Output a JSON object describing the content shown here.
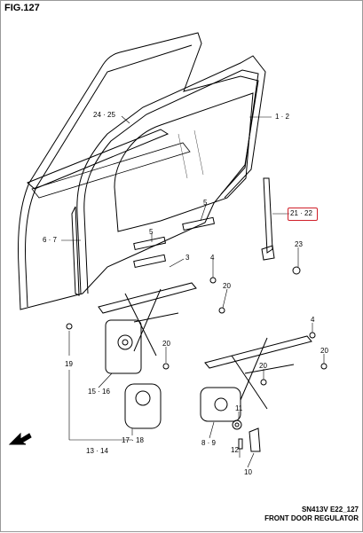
{
  "figure_label": "FIG.127",
  "parts": [
    {
      "id": "p-1-2",
      "label": "1 · 2"
    },
    {
      "id": "p-24-25",
      "label": "24 · 25"
    },
    {
      "id": "p-6-7",
      "label": "6 · 7"
    },
    {
      "id": "p-5a",
      "label": "5"
    },
    {
      "id": "p-5b",
      "label": "5"
    },
    {
      "id": "p-3",
      "label": "3"
    },
    {
      "id": "p-4a",
      "label": "4"
    },
    {
      "id": "p-20a",
      "label": "20"
    },
    {
      "id": "p-21-22",
      "label": "21 · 22"
    },
    {
      "id": "p-23",
      "label": "23"
    },
    {
      "id": "p-19",
      "label": "19"
    },
    {
      "id": "p-20b",
      "label": "20"
    },
    {
      "id": "p-15-16",
      "label": "15 · 16"
    },
    {
      "id": "p-17-18",
      "label": "17 · 18"
    },
    {
      "id": "p-13-14",
      "label": "13 · 14"
    },
    {
      "id": "p-4b",
      "label": "4"
    },
    {
      "id": "p-20c",
      "label": "20"
    },
    {
      "id": "p-20d",
      "label": "20"
    },
    {
      "id": "p-11",
      "label": "11"
    },
    {
      "id": "p-8-9",
      "label": "8 · 9"
    },
    {
      "id": "p-12",
      "label": "12"
    },
    {
      "id": "p-10",
      "label": "10"
    }
  ],
  "highlighted_part": "21 · 22",
  "highlight_color": "#d0202a",
  "footer": {
    "code": "SN413V E22_127",
    "title": "FRONT DOOR REGULATOR"
  }
}
